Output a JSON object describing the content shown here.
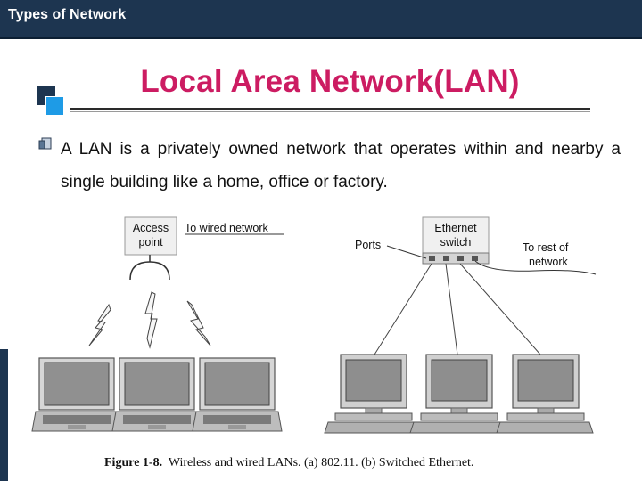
{
  "header": {
    "section": "Types of Network"
  },
  "slide": {
    "title": "Local Area Network(LAN)",
    "bullet": "A LAN is a privately owned network that operates within and nearby a single building like a home, office or factory."
  },
  "figure": {
    "labels": {
      "access_point_1": "Access",
      "access_point_2": "point",
      "to_wired": "To wired network",
      "ports": "Ports",
      "ethernet_1": "Ethernet",
      "ethernet_2": "switch",
      "rest_1": "To rest of",
      "rest_2": "network"
    },
    "caption_number": "Figure 1-8.",
    "caption_text": "Wireless and wired LANs. (a) 802.11. (b) Switched Ethernet."
  },
  "colors": {
    "title": "#cc1c62",
    "header_bg": "#1d3550",
    "accent_blue": "#1e9be6"
  }
}
